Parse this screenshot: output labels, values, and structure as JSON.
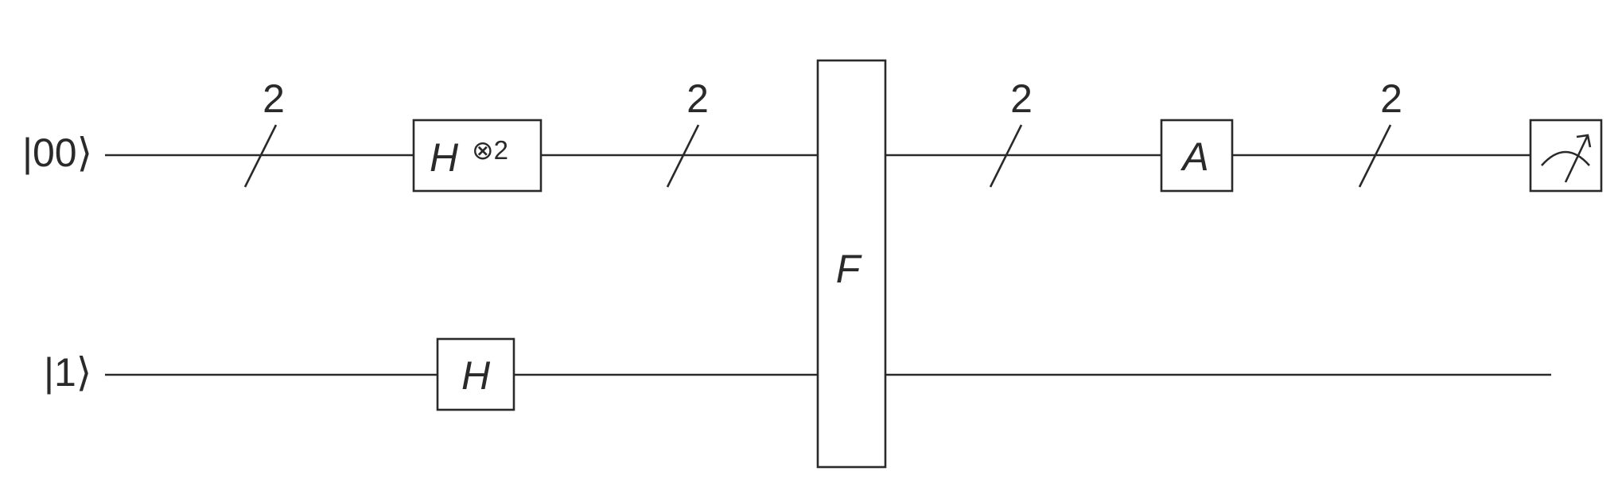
{
  "inputs": {
    "register": "|00⟩",
    "ancilla": "|1⟩"
  },
  "gates": {
    "hadamard_tensor": "H",
    "tensor_power": "⊗2",
    "hadamard": "H",
    "oracle": "F",
    "operator": "A",
    "measurement_icon": "meter-icon"
  },
  "wire_counts": [
    "2",
    "2",
    "2",
    "2"
  ],
  "colors": {
    "stroke": "#2a2a2a",
    "background": "#ffffff"
  }
}
